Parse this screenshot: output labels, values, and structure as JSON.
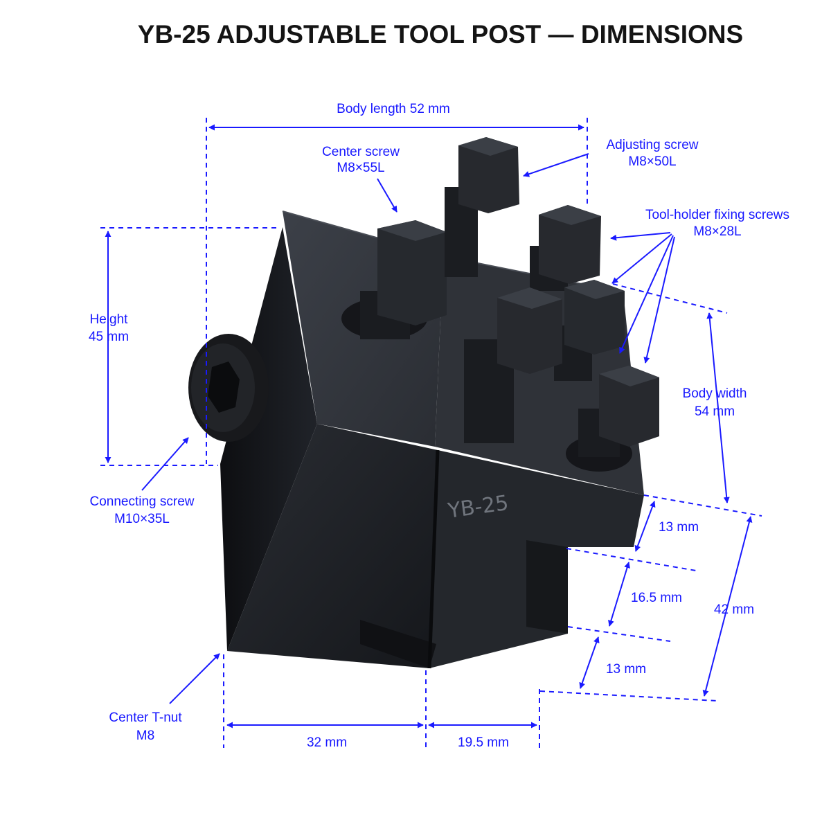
{
  "title": "YB-25 ADJUSTABLE TOOL POST — DIMENSIONS",
  "engraving": "YB-25",
  "colors": {
    "annotation": "#1a1aff",
    "body": "#1c1e22",
    "title": "#141414"
  },
  "labels": {
    "body_length": "Body length 52 mm",
    "center_screw": [
      "Center screw",
      "M8×55L"
    ],
    "adjusting_screw": [
      "Adjusting screw",
      "M8×50L"
    ],
    "fixing_screws": [
      "Tool-holder fixing screws",
      "M8×28L"
    ],
    "height": [
      "Height",
      "45 mm"
    ],
    "body_width": [
      "Body width",
      "54 mm"
    ],
    "connecting_screw": [
      "Connecting screw",
      "M10×35L"
    ],
    "slot_top": "13 mm",
    "slot_mid": "16.5 mm",
    "slot_bottom": "13 mm",
    "total_height": "42 mm",
    "center_tnut": [
      "Center T-nut",
      "M8"
    ],
    "base_left": "32 mm",
    "base_right": "19.5 mm"
  }
}
